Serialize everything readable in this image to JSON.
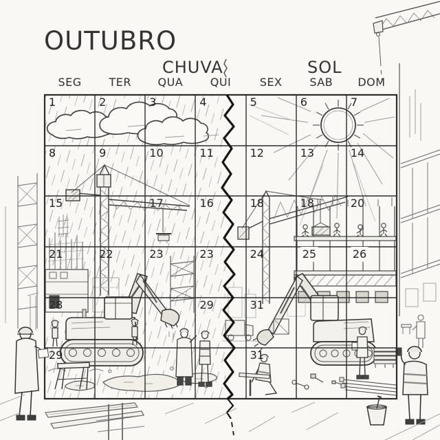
{
  "calendar": {
    "month_title": "OUTUBRO",
    "left_label": "CHUVA",
    "right_label": "SOL",
    "weekdays": [
      "SEG",
      "TER",
      "QUA",
      "QUI",
      "SEX",
      "SAB",
      "DOM"
    ],
    "cells": [
      {
        "day": "1"
      },
      {
        "day": "2"
      },
      {
        "day": "3"
      },
      {
        "day": "4"
      },
      {
        "day": "5"
      },
      {
        "day": "6"
      },
      {
        "day": "7"
      },
      {
        "day": "8"
      },
      {
        "day": "9"
      },
      {
        "day": "10"
      },
      {
        "day": "11"
      },
      {
        "day": "12"
      },
      {
        "day": "13"
      },
      {
        "day": "14"
      },
      {
        "day": "15"
      },
      {
        "day": ""
      },
      {
        "day": "17"
      },
      {
        "day": "16"
      },
      {
        "day": "18"
      },
      {
        "day": "18"
      },
      {
        "day": "20"
      },
      {
        "day": "21"
      },
      {
        "day": "22"
      },
      {
        "day": "23"
      },
      {
        "day": "23"
      },
      {
        "day": "24"
      },
      {
        "day": "25",
        "badge": true
      },
      {
        "day": "26",
        "badge": true
      },
      {
        "day": "28"
      },
      {
        "day": ""
      },
      {
        "day": ""
      },
      {
        "day": "29"
      },
      {
        "day": "31"
      },
      {
        "day": ""
      },
      {
        "day": ""
      },
      {
        "day": "29"
      },
      {
        "day": ""
      },
      {
        "day": ""
      },
      {
        "day": ""
      },
      {
        "day": "31"
      },
      {
        "day": ""
      },
      {
        "day": ""
      }
    ]
  },
  "colors": {
    "paper": "#f9f8f4",
    "ink": "#2d2d2d",
    "pencil": "#707070"
  }
}
